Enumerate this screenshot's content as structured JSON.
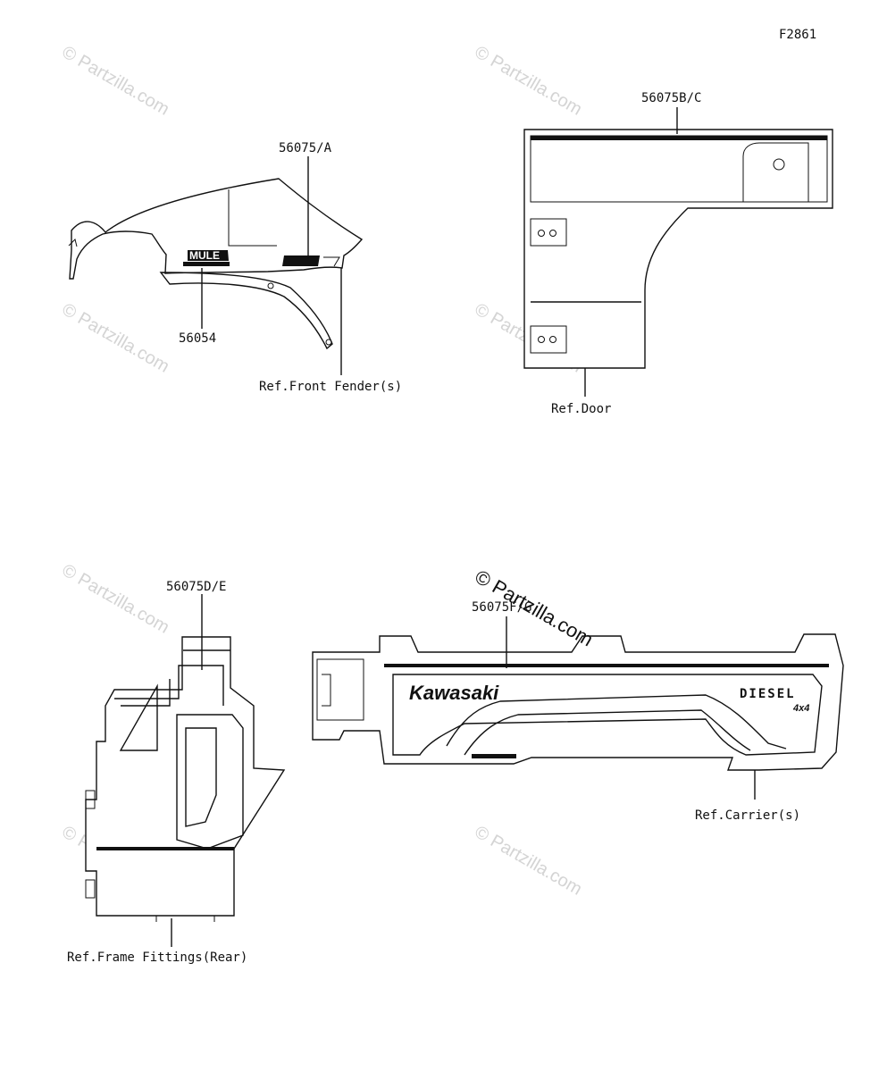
{
  "figure_id": "F2861",
  "labels": {
    "front_fender_decal_a": "56075/A",
    "mule_label": "56054",
    "ref_front_fender": "Ref.Front Fender(s)",
    "door_decal": "56075B/C",
    "ref_door": "Ref.Door",
    "frame_decal": "56075D/E",
    "ref_frame": "Ref.Frame Fittings(Rear)",
    "carrier_decal": "56075F/G",
    "ref_carrier": "Ref.Carrier(s)"
  },
  "decal_text": {
    "kawasaki": "Kawasaki",
    "diesel": "DIESEL",
    "four_by_four": "4x4",
    "mule": "MULE"
  },
  "watermark": {
    "text": "Partzilla.com",
    "symbol": "©"
  }
}
